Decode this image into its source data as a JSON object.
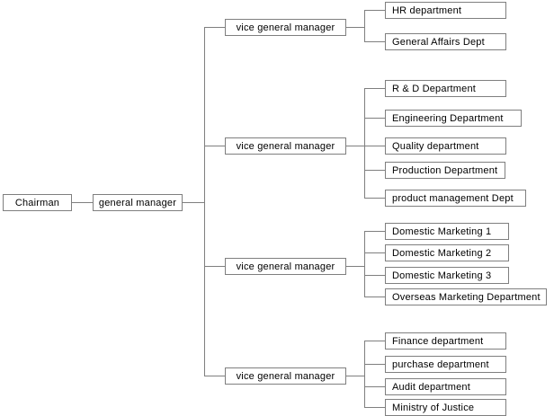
{
  "org": {
    "root": {
      "label": "Chairman"
    },
    "manager": {
      "label": "general manager"
    },
    "groups": [
      {
        "label": "vice general manager",
        "children": [
          "HR department",
          "General Affairs Dept"
        ]
      },
      {
        "label": "vice general manager",
        "children": [
          "R & D Department",
          "Engineering Department",
          "Quality department",
          "Production Department",
          "product management Dept"
        ]
      },
      {
        "label": "vice general manager",
        "children": [
          "Domestic Marketing 1",
          "Domestic Marketing 2",
          "Domestic Marketing 3",
          "Overseas Marketing Department"
        ]
      },
      {
        "label": "vice general manager",
        "children": [
          "Finance department",
          "purchase department",
          "Audit department",
          "Ministry of Justice"
        ]
      }
    ]
  },
  "colors": {
    "border": "#7f7f7f",
    "line": "#7f7f7f",
    "text": "#000000",
    "background": "#ffffff"
  }
}
